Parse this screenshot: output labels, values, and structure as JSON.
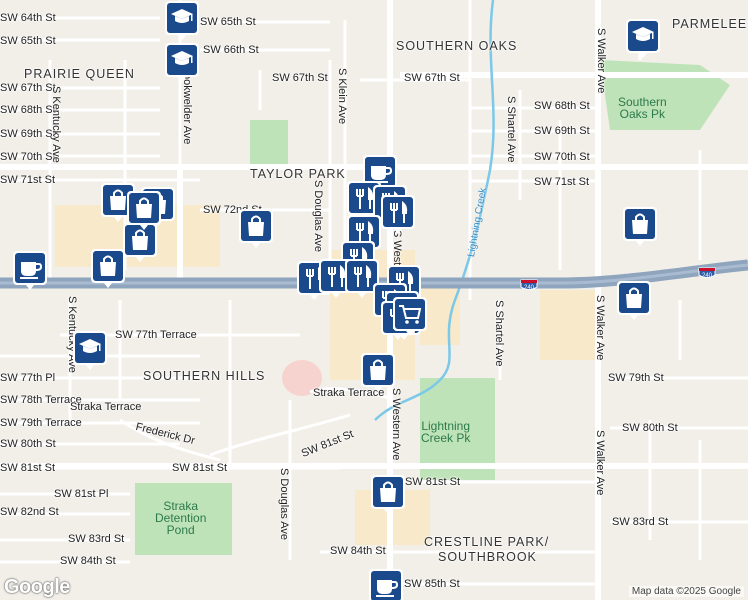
{
  "map": {
    "attribution": "Map data ©2025 Google",
    "logo_text": "Google",
    "colors": {
      "land": "#f2efe9",
      "road": "#ffffff",
      "road_edge": "#d7d2c8",
      "highway": "#8fa4bd",
      "park": "#bfe3b8",
      "commercial": "#f7e9c9",
      "water": "#7cc8e8",
      "pin": "#1a4a8c"
    }
  },
  "areas": [
    {
      "name": "SOUTHERN OAKS"
    },
    {
      "name": "PARMELEE"
    },
    {
      "name": "PRAIRIE QUEEN"
    },
    {
      "name": "TAYLOR PARK"
    },
    {
      "name": "SOUTHERN HILLS"
    },
    {
      "name": "CRESTLINE PARK/"
    },
    {
      "name": "SOUTHBROOK"
    }
  ],
  "parks": [
    {
      "name": "Southern\nOaks Pk"
    },
    {
      "name": "Lightning\nCreek Pk"
    },
    {
      "name": "Straka\nDetention\nPond"
    }
  ],
  "streets": [
    "SW 64th St",
    "SW 65th St",
    "SW 65th St",
    "SW 66th St",
    "SW 67th St",
    "SW 67th St",
    "SW 68th St",
    "SW 69th St",
    "SW 70th St",
    "SW 71st St",
    "SW 72nd St",
    "SW 68th St",
    "SW 69th St",
    "SW 70th St",
    "SW 71st St",
    "S Kentucky Ave",
    "Brookwelder Ave",
    "S Klein Ave",
    "S Douglas Ave",
    "S Shartel Ave",
    "S Walker Ave",
    "S Western Ave",
    "SW 77th Terrace",
    "SW 77th Pl",
    "SW 78th Terrace",
    "SW 79th Terrace",
    "SW 80th St",
    "SW 81st St",
    "Straka Terrace",
    "Straka Terrace",
    "Frederick Dr",
    "SW 81st St",
    "SW 81st Pl",
    "SW 82nd St",
    "SW 83rd St",
    "SW 84th St",
    "SW 84th St",
    "SW 85th St",
    "SW 79th St",
    "SW 80th St",
    "SW 81st St",
    "SW 83rd St",
    "S Kentucky Ave",
    "S Douglas Ave",
    "S Shartel Ave",
    "S Walker Ave",
    "S Western Ave",
    "S Western Ave",
    "SW 81st St",
    "Lightning Creek",
    "S Walker Ave",
    "SW 66th St"
  ],
  "highway_shields": [
    "240",
    "240"
  ],
  "pins": [
    {
      "type": "school"
    },
    {
      "type": "school"
    },
    {
      "type": "school"
    },
    {
      "type": "school"
    },
    {
      "type": "shopping"
    },
    {
      "type": "shopping"
    },
    {
      "type": "shopping"
    },
    {
      "type": "shopping"
    },
    {
      "type": "shopping"
    },
    {
      "type": "shopping"
    },
    {
      "type": "shopping"
    },
    {
      "type": "shopping"
    },
    {
      "type": "shopping"
    },
    {
      "type": "shopping"
    },
    {
      "type": "shopping"
    },
    {
      "type": "coffee"
    },
    {
      "type": "coffee"
    },
    {
      "type": "coffee"
    },
    {
      "type": "restaurant"
    },
    {
      "type": "restaurant"
    },
    {
      "type": "restaurant"
    },
    {
      "type": "restaurant"
    },
    {
      "type": "restaurant"
    },
    {
      "type": "restaurant"
    },
    {
      "type": "restaurant"
    },
    {
      "type": "restaurant"
    },
    {
      "type": "restaurant"
    },
    {
      "type": "restaurant"
    },
    {
      "type": "restaurant"
    },
    {
      "type": "restaurant"
    },
    {
      "type": "grocery"
    }
  ]
}
